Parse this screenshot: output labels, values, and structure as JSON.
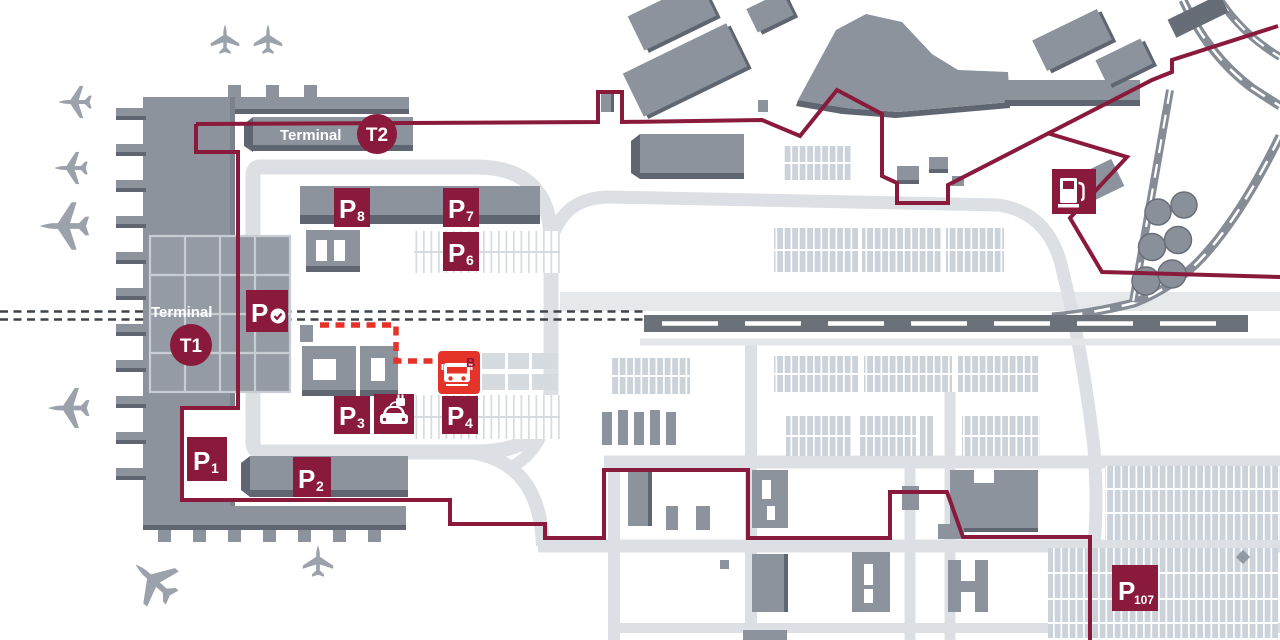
{
  "map": {
    "kind": "airport-ground-map",
    "terminals": [
      {
        "name": "Terminal",
        "code": "T1"
      },
      {
        "name": "Terminal",
        "code": "T2"
      }
    ],
    "parking_badges": [
      {
        "id": "P1",
        "letter": "P",
        "number": "1"
      },
      {
        "id": "P2",
        "letter": "P",
        "number": "2"
      },
      {
        "id": "P3",
        "letter": "P",
        "number": "3"
      },
      {
        "id": "P4",
        "letter": "P",
        "number": "4"
      },
      {
        "id": "P6",
        "letter": "P",
        "number": "6"
      },
      {
        "id": "P7",
        "letter": "P",
        "number": "7"
      },
      {
        "id": "P8",
        "letter": "P",
        "number": "8"
      },
      {
        "id": "P107",
        "letter": "P",
        "number": "107"
      }
    ],
    "services": {
      "p_check": {
        "letter": "P",
        "icon": "checkmark-icon"
      },
      "bus_stop": {
        "label": "B",
        "icon": "bus-icon"
      },
      "ev_charging": {
        "icon": "electric-car-icon"
      },
      "fuel_station": {
        "icon": "fuel-pump-icon"
      }
    },
    "colors": {
      "boundary_maroon": "#8A1A3C",
      "badge_maroon": "#8A1A3C",
      "bus_stop_red": "#E6332A",
      "route_red": "#E6332A",
      "building_gray": "#8C939D",
      "building_shadow": "#5F6671",
      "road_gray": "#DCE0E4",
      "parking_lot_gray": "#CBD2D9",
      "rail_gray": "#6B7178",
      "airplane_gray": "#9CA2AB"
    }
  }
}
